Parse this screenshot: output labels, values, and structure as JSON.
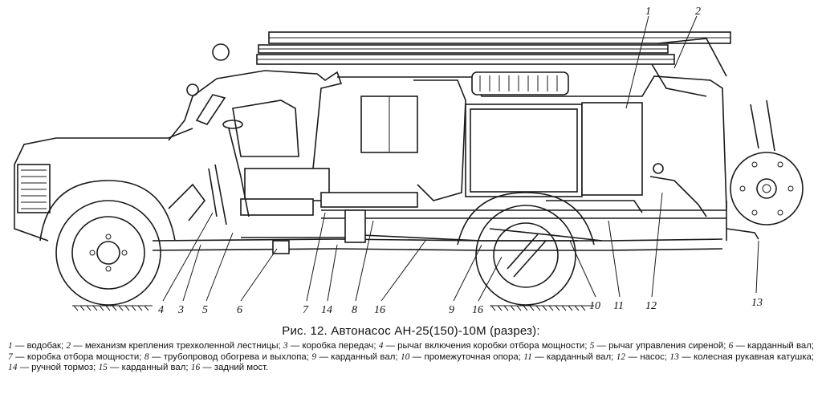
{
  "figure": {
    "title": "Рис. 12. Автонасос АН-25(150)-10М (разрез):",
    "callouts": [
      "1",
      "2",
      "3",
      "4",
      "5",
      "6",
      "7",
      "14",
      "8",
      "16",
      "9",
      "16",
      "10",
      "11",
      "12",
      "13"
    ],
    "legend": [
      {
        "num": "1",
        "text": "— водобак;"
      },
      {
        "num": "2",
        "text": "— механизм крепления трехколенной лестницы;"
      },
      {
        "num": "3",
        "text": "— коробка передач;"
      },
      {
        "num": "4",
        "text": "— рычаг включения коробки отбора мощности;"
      },
      {
        "num": "5",
        "text": "— рычаг управления сиреной;"
      },
      {
        "num": "6",
        "text": "— карданный вал;"
      },
      {
        "num": "7",
        "text": "— коробка отбора мощности;"
      },
      {
        "num": "8",
        "text": "— трубопровод обогрева и выхлопа;"
      },
      {
        "num": "9",
        "text": "— карданный вал;"
      },
      {
        "num": "10",
        "text": "— промежуточная опора;"
      },
      {
        "num": "11",
        "text": "— карданный вал;"
      },
      {
        "num": "12",
        "text": "— насос;"
      },
      {
        "num": "13",
        "text": "— колесная рукавная катушка;"
      },
      {
        "num": "14",
        "text": "— ручной тормоз;"
      },
      {
        "num": "15",
        "text": "— карданный вал;"
      },
      {
        "num": "16",
        "text": "— задний мост."
      }
    ]
  }
}
